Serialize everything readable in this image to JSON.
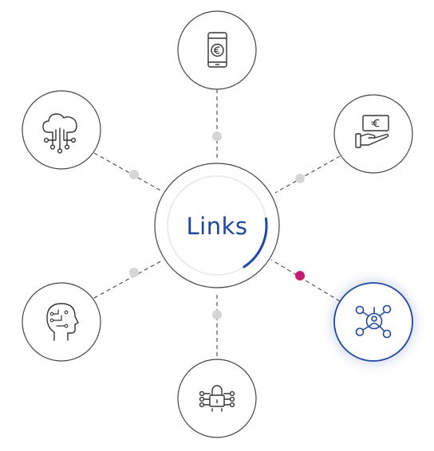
{
  "center": {
    "label": "Links"
  },
  "colors": {
    "accent": "#1d47a1",
    "highlight_dot": "#c8186f",
    "connector_dot": "#d6d6d6",
    "outline": "#444444"
  },
  "nodes": [
    {
      "id": "mobile-payment",
      "icon": "smartphone-euro-icon",
      "selected": false
    },
    {
      "id": "payment-in-hand",
      "icon": "euro-banknote-hand-icon",
      "selected": false
    },
    {
      "id": "network",
      "icon": "user-network-icon",
      "selected": true
    },
    {
      "id": "secure-data",
      "icon": "lock-circuit-icon",
      "selected": false
    },
    {
      "id": "artificial-intelligence",
      "icon": "brain-head-icon",
      "selected": false
    },
    {
      "id": "cloud-computing",
      "icon": "cloud-circuit-icon",
      "selected": false
    }
  ],
  "center_progress": 0.18
}
